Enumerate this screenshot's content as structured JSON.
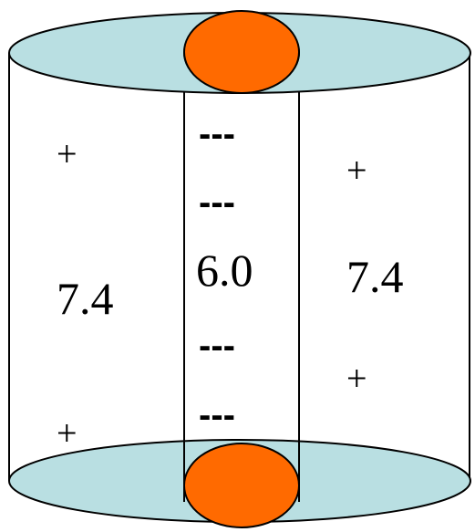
{
  "colors": {
    "cap_fill": "#b9dfe2",
    "node_fill": "#ff6a00",
    "outline": "#000000",
    "background": "#ffffff"
  },
  "labels": {
    "left_value": "7.4",
    "center_value": "6.0",
    "right_value": "7.4",
    "plus": "+",
    "dashes": "---"
  }
}
